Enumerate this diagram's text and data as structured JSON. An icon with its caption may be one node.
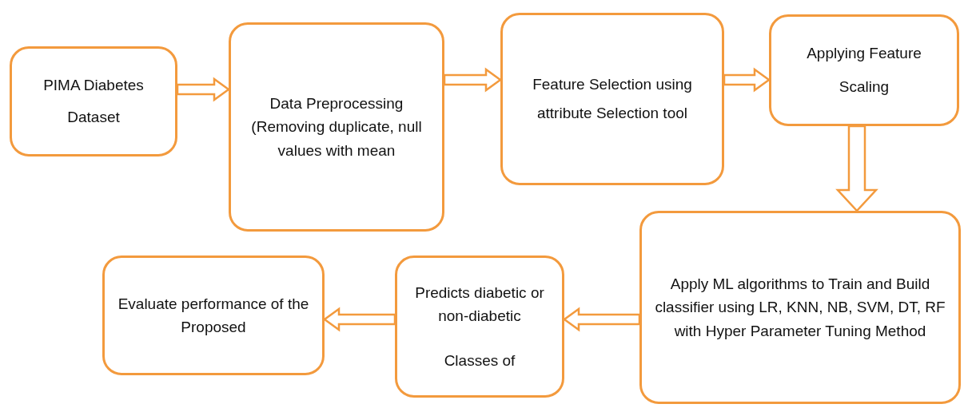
{
  "diagram": {
    "nodes": [
      {
        "text": [
          "PIMA Diabetes Dataset"
        ]
      },
      {
        "text": [
          "Data Preprocessing (Removing duplicate, null values with mean"
        ]
      },
      {
        "text": [
          "Feature Selection using attribute Selection tool"
        ]
      },
      {
        "text": [
          "Applying Feature Scaling"
        ]
      },
      {
        "text": [
          "Apply ML algorithms to Train and Build classifier using LR, KNN, NB, SVM, DT, RF with Hyper Parameter Tuning Method"
        ]
      },
      {
        "text": [
          "Predicts diabetic or non-diabetic",
          "Classes of"
        ]
      },
      {
        "text": [
          "Evaluate performance of the Proposed"
        ]
      }
    ],
    "edges": [
      {
        "from": 0,
        "to": 1,
        "arrow": "to"
      },
      {
        "from": 1,
        "to": 2,
        "arrow": "to"
      },
      {
        "from": 2,
        "to": 3,
        "arrow": "to"
      },
      {
        "from": 3,
        "to": 4,
        "arrow": "to"
      },
      {
        "from": 4,
        "to": 5,
        "arrow": "to"
      },
      {
        "from": 5,
        "to": 6,
        "arrow": "to"
      }
    ]
  }
}
